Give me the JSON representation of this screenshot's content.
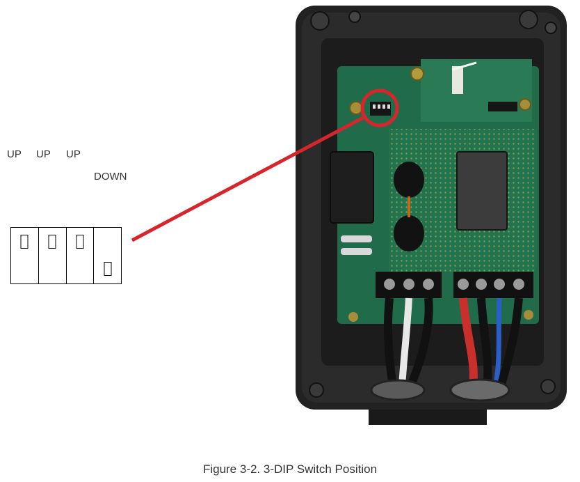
{
  "dip_labels": {
    "switch1": "UP",
    "switch2": "UP",
    "switch3": "UP",
    "switch4": "DOWN"
  },
  "dip_switch_states": [
    "up",
    "up",
    "up",
    "down"
  ],
  "callout_color": "#d6262c",
  "caption": "Figure 3-2. 3-DIP Switch Position"
}
